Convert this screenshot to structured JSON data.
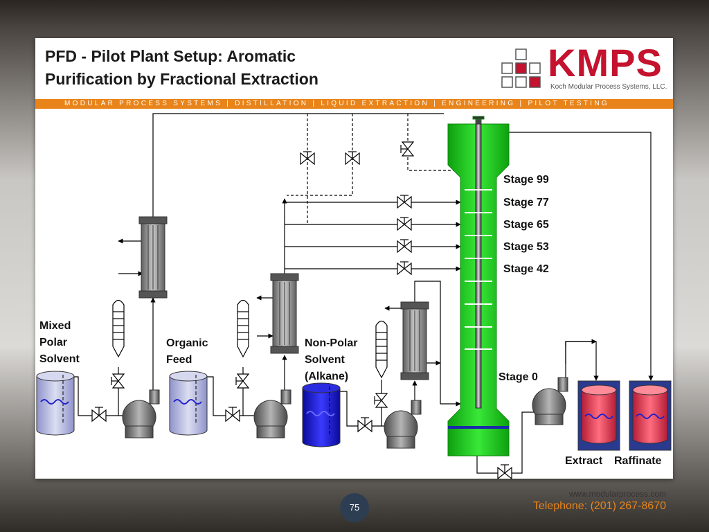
{
  "slide": {
    "title_line1": "PFD - Pilot Plant Setup: Aromatic",
    "title_line2": "Purification by Fractional Extraction",
    "banner": "MODULAR PROCESS SYSTEMS | DISTILLATION | LIQUID EXTRACTION | ENGINEERING | PILOT TESTING"
  },
  "logo": {
    "name": "KMPS",
    "subtitle": "Koch Modular Process Systems, LLC.",
    "color": "#c4122f"
  },
  "colors": {
    "banner": "#e8841a",
    "column": "#1fc21f",
    "alkane_tank": "#1414d0",
    "product_tank": "#e8304d",
    "feed_tank": "#b9bce0"
  },
  "labels": {
    "mixed_polar_solvent": [
      "Mixed",
      "Polar",
      "Solvent"
    ],
    "organic_feed": [
      "Organic",
      "Feed"
    ],
    "non_polar_solvent": [
      "Non-Polar",
      "Solvent",
      "(Alkane)"
    ],
    "stages": [
      "Stage 99",
      "Stage 77",
      "Stage 65",
      "Stage 53",
      "Stage 42"
    ],
    "stage0": "Stage 0",
    "extract": "Extract",
    "raffinate": "Raffinate"
  },
  "footer": {
    "page": "75",
    "website": "www.modularprocess.com",
    "phone": "Telephone: (201) 267-8670"
  }
}
